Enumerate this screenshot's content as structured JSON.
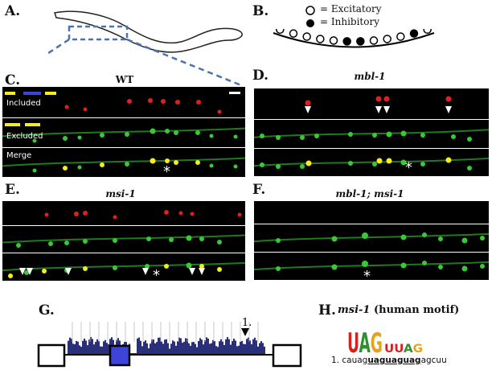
{
  "panels": {
    "A": {
      "label": "A."
    },
    "B": {
      "label": "B.",
      "legend": [
        {
          "marker": "open-circle",
          "text": "= Excitatory"
        },
        {
          "marker": "filled-circle",
          "text": "= Inhibitory"
        }
      ]
    },
    "C": {
      "label": "C.",
      "title": "WT",
      "rows": [
        "Included",
        "Excluded",
        "Merge"
      ]
    },
    "D": {
      "label": "D.",
      "title": "mbl-1"
    },
    "E": {
      "label": "E.",
      "title": "msi-1"
    },
    "F": {
      "label": "F.",
      "title": "mbl-1; msi-1"
    },
    "G": {
      "label": "G.",
      "marker_label": "1."
    },
    "H": {
      "label": "H.",
      "title_gene": "msi-1",
      "title_rest": "(human motif)",
      "logo_big": "UAG",
      "logo_small": "UUAG",
      "sequence": {
        "prefix": "1. cauag",
        "motif": "uaguaguag",
        "suffix": "agcuu"
      }
    }
  },
  "colors": {
    "red": "#e0201c",
    "green": "#39c936",
    "yellow": "#f5ee1a",
    "blue": "#3d45d8",
    "dash": "#4a72b0",
    "navy": "#2a2f7a"
  },
  "asterisk": "*"
}
